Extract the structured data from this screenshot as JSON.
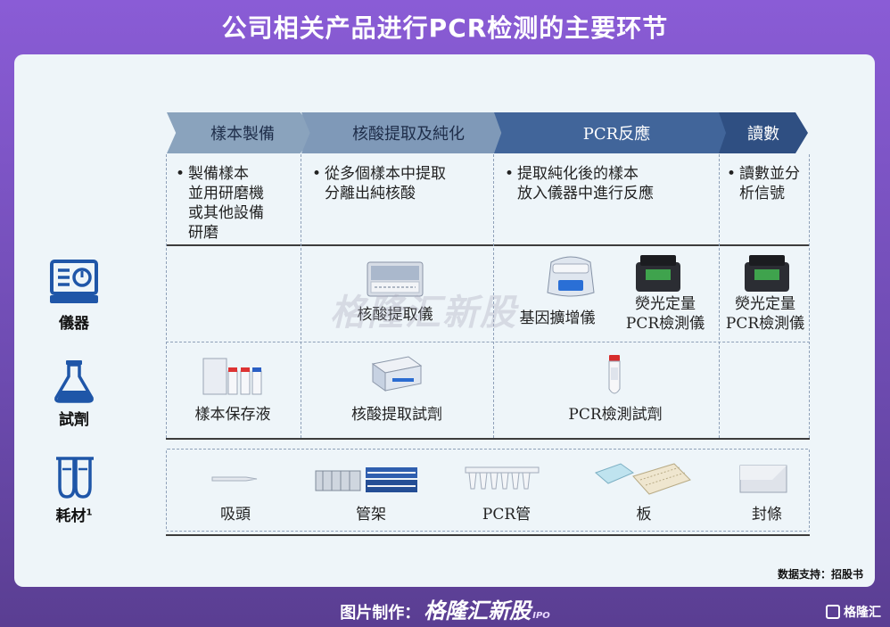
{
  "title": "公司相关产品进行PCR检测的主要环节",
  "stages": [
    {
      "label": "樣本製備",
      "desc": [
        "製備樣本",
        "並用研磨機",
        "或其他設備",
        "研磨"
      ]
    },
    {
      "label": "核酸提取及純化",
      "desc": [
        "從多個樣本中提取",
        "分離出純核酸"
      ]
    },
    {
      "label": "PCR反應",
      "desc": [
        "提取純化後的樣本",
        "放入儀器中進行反應"
      ]
    },
    {
      "label": "讀數",
      "desc": [
        "讀數並分",
        "析信號"
      ]
    }
  ],
  "rows": {
    "instrument": "儀器",
    "reagent": "試劑",
    "consumable": "耗材",
    "consumable_sup": "1"
  },
  "instrument_items": {
    "extractor": "核酸提取儀",
    "amplifier": "基因擴增儀",
    "qpcr_a": [
      "熒光定量",
      "PCR檢測儀"
    ],
    "qpcr_b": [
      "熒光定量",
      "PCR檢測儀"
    ]
  },
  "reagent_items": {
    "preserve": "樣本保存液",
    "extract_kit": "核酸提取試劑",
    "pcr_kit": "PCR檢測試劑"
  },
  "consumable_items": [
    "吸頭",
    "管架",
    "PCR管",
    "板",
    "封條"
  ],
  "watermark": "格隆汇新股",
  "source": "数据支持：招股书",
  "footer": {
    "prefix": "图片制作：",
    "brand": "格隆汇新股",
    "ipo": "IPO"
  },
  "corner_brand": "格隆汇",
  "colors": {
    "arrow1": "#8aa3bd",
    "arrow2": "#7f99b8",
    "arrow3": "#41659a",
    "arrow4": "#2f4f82",
    "icon": "#1f56a8"
  }
}
